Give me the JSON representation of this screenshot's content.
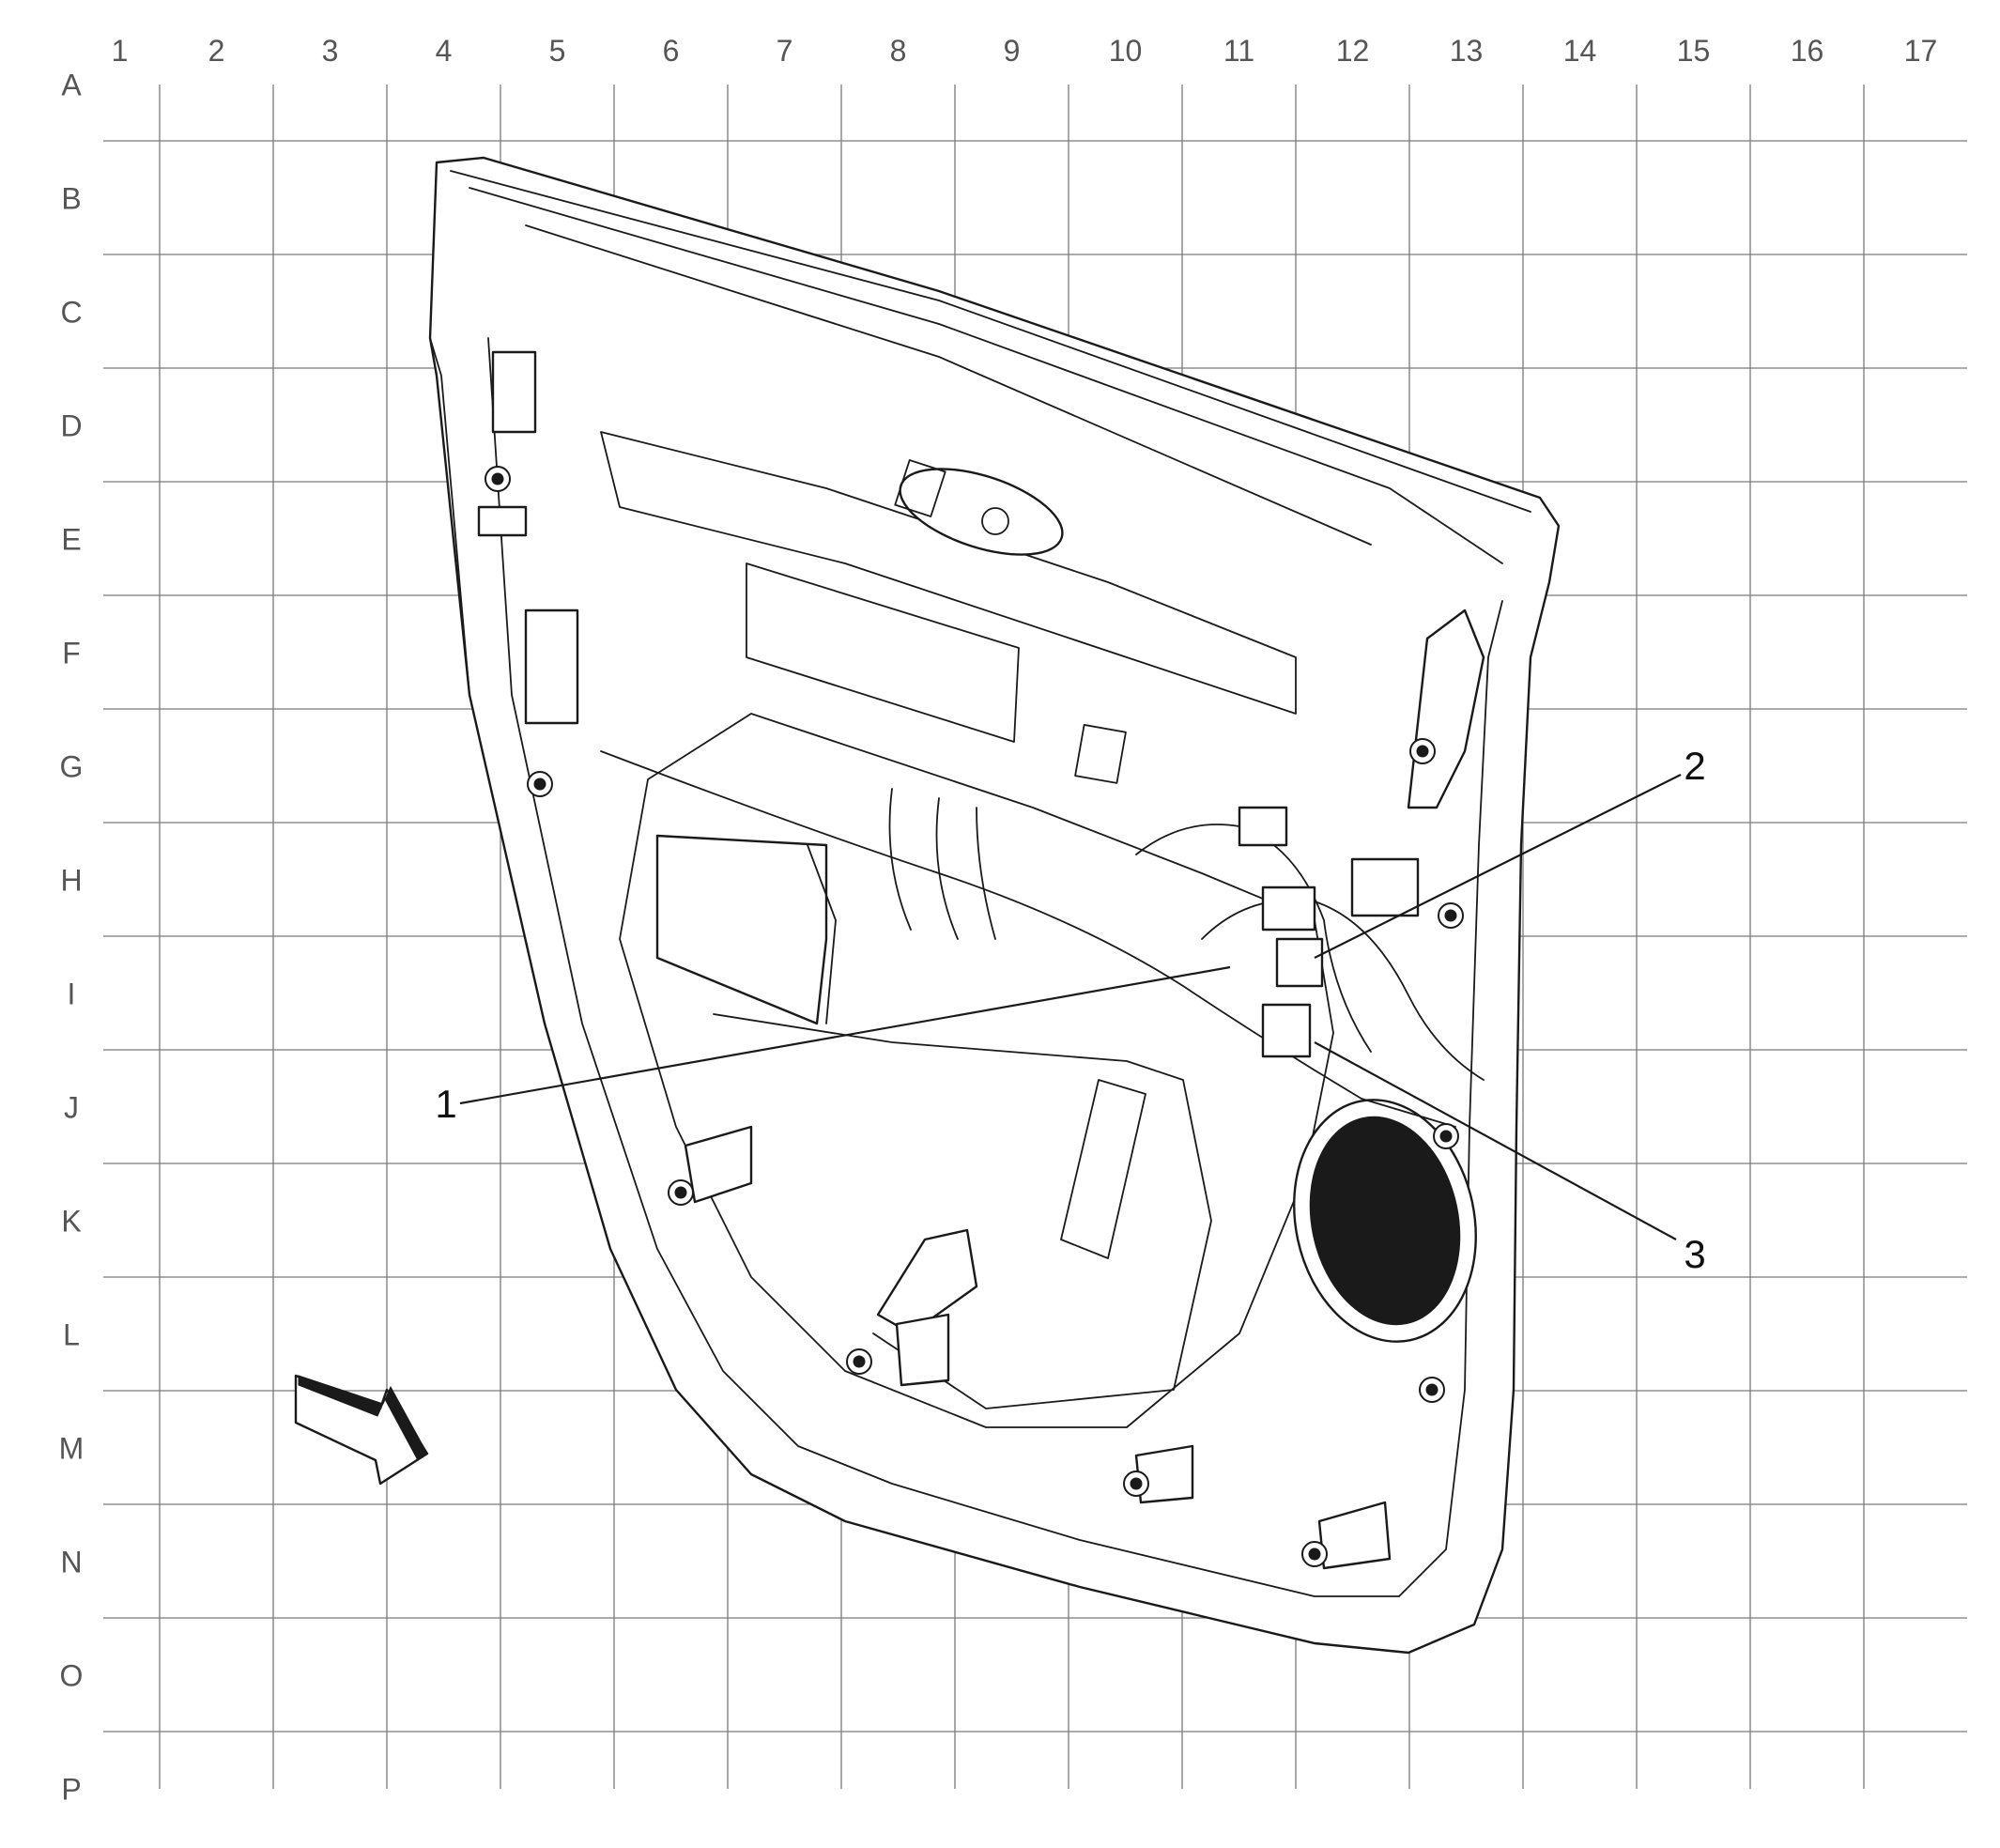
{
  "grid": {
    "columns": [
      "1",
      "2",
      "3",
      "4",
      "5",
      "6",
      "7",
      "8",
      "9",
      "10",
      "11",
      "12",
      "13",
      "14",
      "15",
      "16",
      "17"
    ],
    "rows": [
      "A",
      "B",
      "C",
      "D",
      "E",
      "F",
      "G",
      "H",
      "I",
      "J",
      "K",
      "L",
      "M",
      "N",
      "O",
      "P"
    ]
  },
  "callouts": [
    {
      "id": "1",
      "label": "1"
    },
    {
      "id": "2",
      "label": "2"
    },
    {
      "id": "3",
      "label": "3"
    }
  ],
  "icons": {
    "view_direction": "view-direction-arrow-icon"
  }
}
